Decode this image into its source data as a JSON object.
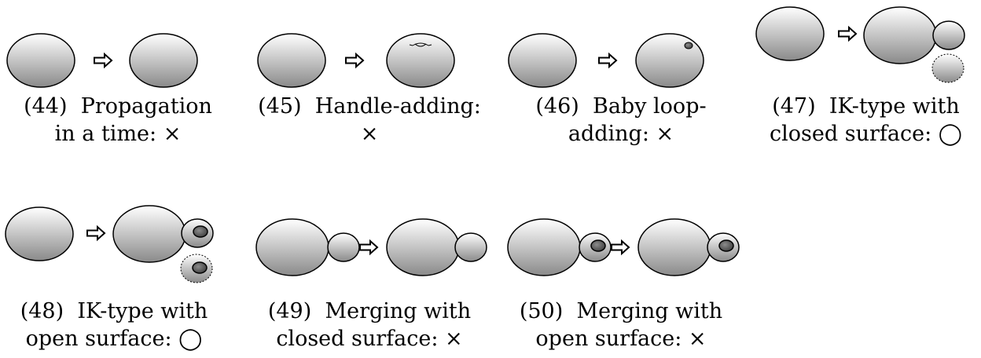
{
  "panels": [
    {
      "id": "p44",
      "number": "(44)",
      "line1": "Propagation",
      "line2": "in a time: ×"
    },
    {
      "id": "p45",
      "number": "(45)",
      "line1": "Handle-adding:",
      "line2": "×"
    },
    {
      "id": "p46",
      "number": "(46)",
      "line1": "Baby loop-",
      "line2": "adding: ×"
    },
    {
      "id": "p47",
      "number": "(47)",
      "line1": "IK-type with",
      "line2": "closed surface: ◯"
    },
    {
      "id": "p48",
      "number": "(48)",
      "line1": "IK-type with",
      "line2": "open surface: ◯"
    },
    {
      "id": "p49",
      "number": "(49)",
      "line1": "Merging with",
      "line2": "closed surface: ×"
    },
    {
      "id": "p50",
      "number": "(50)",
      "line1": "Merging with",
      "line2": "open surface: ×"
    }
  ],
  "arrow_icon": "double-right-arrow-icon",
  "colors": {
    "shade_top": "#ffffff",
    "shade_bottom": "#8a8a8a",
    "hole": "#555555",
    "stroke": "#000000"
  }
}
